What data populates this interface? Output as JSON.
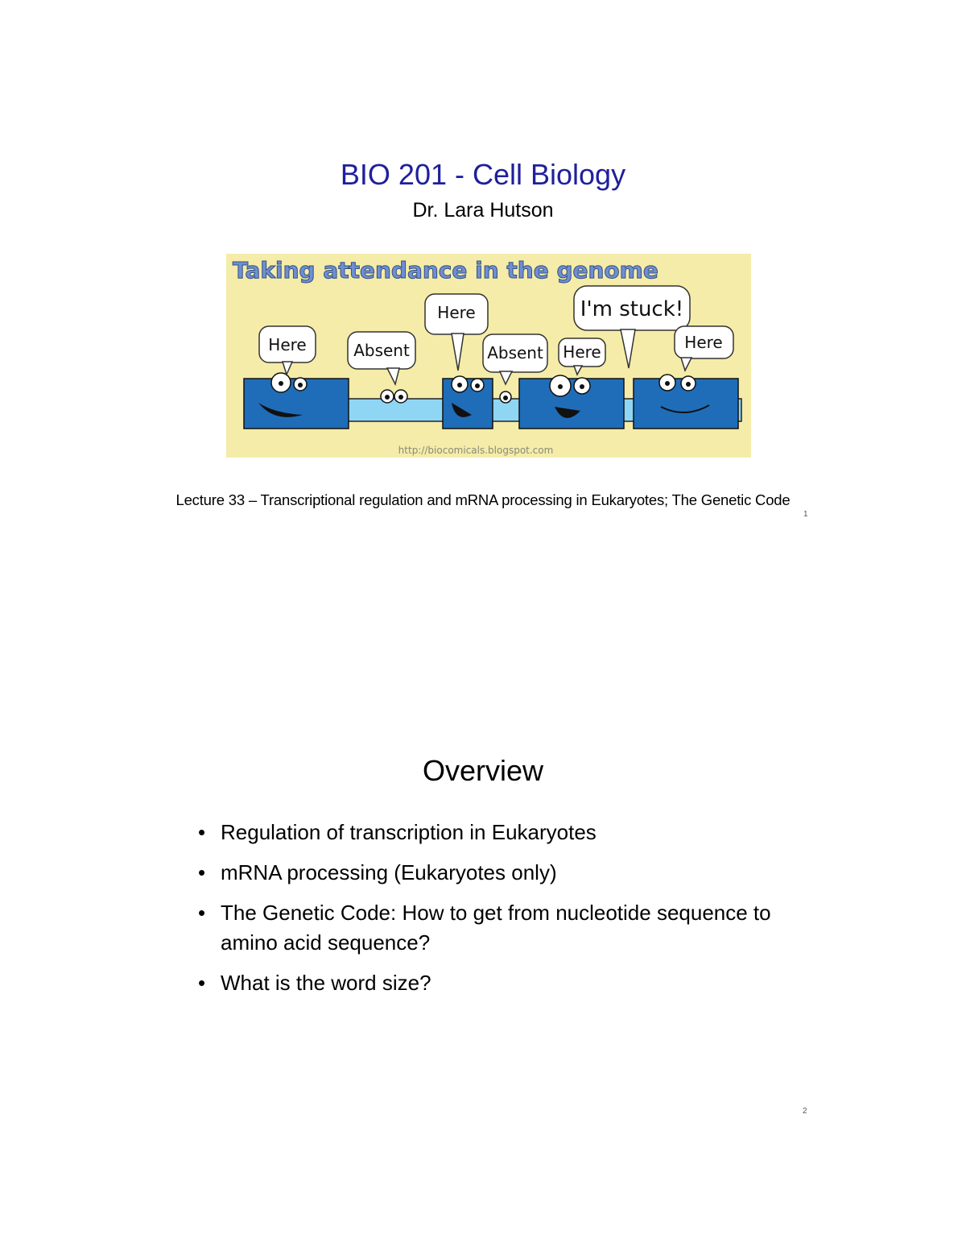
{
  "slide1": {
    "title": "BIO 201 - Cell Biology",
    "author": "Dr. Lara Hutson",
    "comic": {
      "heading": "Taking attendance in the genome",
      "bubbles": [
        "Here",
        "Absent",
        "Here",
        "Absent",
        "Here",
        "I'm stuck!",
        "Here"
      ],
      "credit": "http://biocomicals.blogspot.com"
    },
    "lecture": "Lecture 33 – Transcriptional regulation and mRNA processing in Eukaryotes; The Genetic Code",
    "page_number": "1"
  },
  "slide2": {
    "title": "Overview",
    "bullets": [
      "Regulation of transcription in Eukaryotes",
      "mRNA processing (Eukaryotes only)",
      "The Genetic Code: How to get from nucleotide sequence to amino acid sequence?",
      "What is the word size?"
    ],
    "bullet_symbol": "•",
    "page_number": "2"
  }
}
